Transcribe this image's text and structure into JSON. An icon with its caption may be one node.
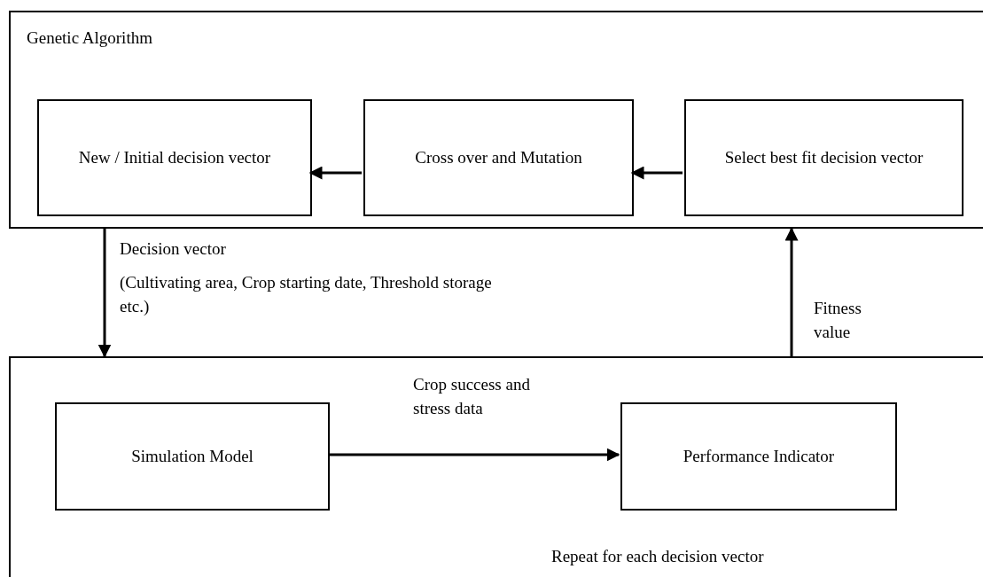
{
  "diagram": {
    "nodes": [
      {
        "text": [
          "Genetic Algorithm"
        ]
      },
      {
        "text": [
          "New / Initial decision vector"
        ],
        "in": 0
      },
      {
        "text": [
          "Cross over and Mutation"
        ],
        "in": 0
      },
      {
        "text": [
          "Select best fit decision vector"
        ],
        "in": 0
      },
      {
        "text": [
          "Repeat for each decision vector"
        ]
      },
      {
        "text": [
          "Simulation Model"
        ],
        "in": 4
      },
      {
        "text": [
          "Performance Indicator"
        ],
        "in": 4
      }
    ],
    "edges": [
      {
        "from": 3,
        "to": 2,
        "arrow": "to"
      },
      {
        "from": 2,
        "to": 1,
        "arrow": "to"
      },
      {
        "from": 0,
        "to": 4,
        "arrow": "to",
        "label": "Decision vector"
      },
      {
        "from": 4,
        "to": 0,
        "arrow": "to",
        "label": "Fitness value"
      },
      {
        "from": 5,
        "to": 6,
        "arrow": "to",
        "label": "Crop success and stress data"
      }
    ],
    "labels": [
      "(Cultivating area, Crop starting date, Threshold storage etc.)"
    ]
  }
}
